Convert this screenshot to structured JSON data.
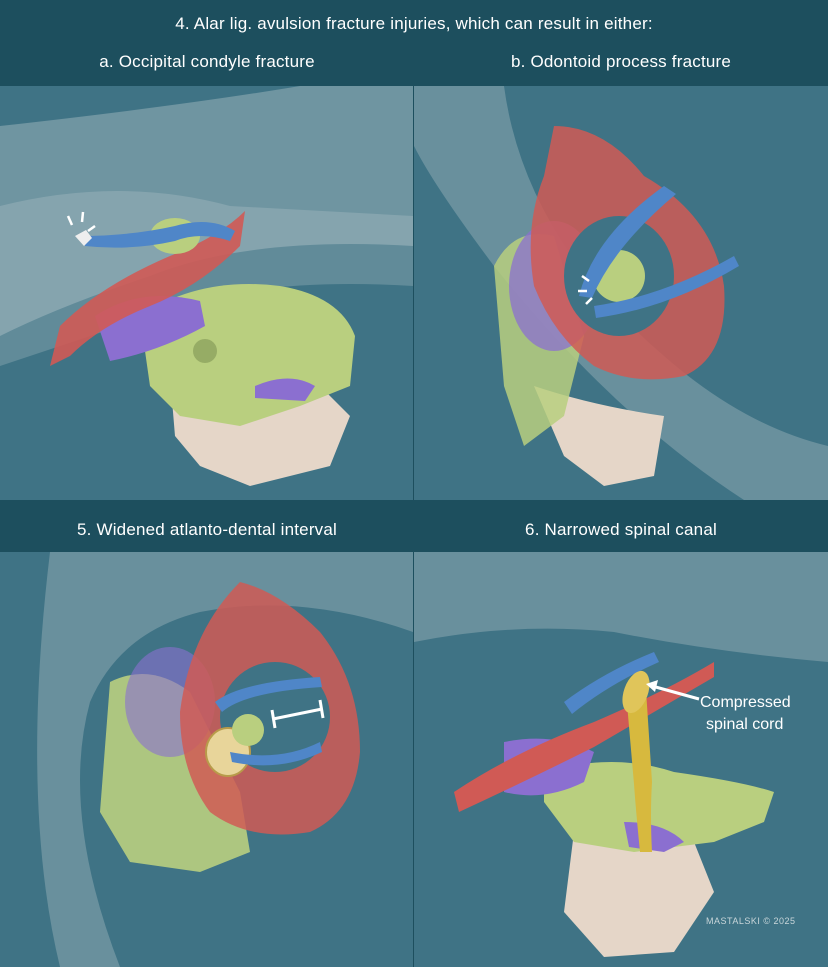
{
  "header": {
    "main_title": "4. Alar lig. avulsion fracture injuries, which can result in either:"
  },
  "panels": {
    "a": {
      "title": "a. Occipital condyle fracture"
    },
    "b": {
      "title": "b. Odontoid process fracture"
    },
    "c": {
      "title": "5. Widened atlanto-dental interval"
    },
    "d": {
      "title": "6. Narrowed spinal canal",
      "annotation_line1": "Compressed",
      "annotation_line2": "spinal cord"
    }
  },
  "signature": {
    "artist": "MASTALSKI",
    "copyright": "© 2025"
  },
  "colors": {
    "background": "#1d4f5e",
    "panel": "#3f7385",
    "atlas": "#d05a55",
    "axis": "#b9cf7f",
    "ligament": "#4f86c8",
    "bursa": "#8b6fd0",
    "spinal_cord": "#d7b93e",
    "c3": "#e5d6c8"
  }
}
